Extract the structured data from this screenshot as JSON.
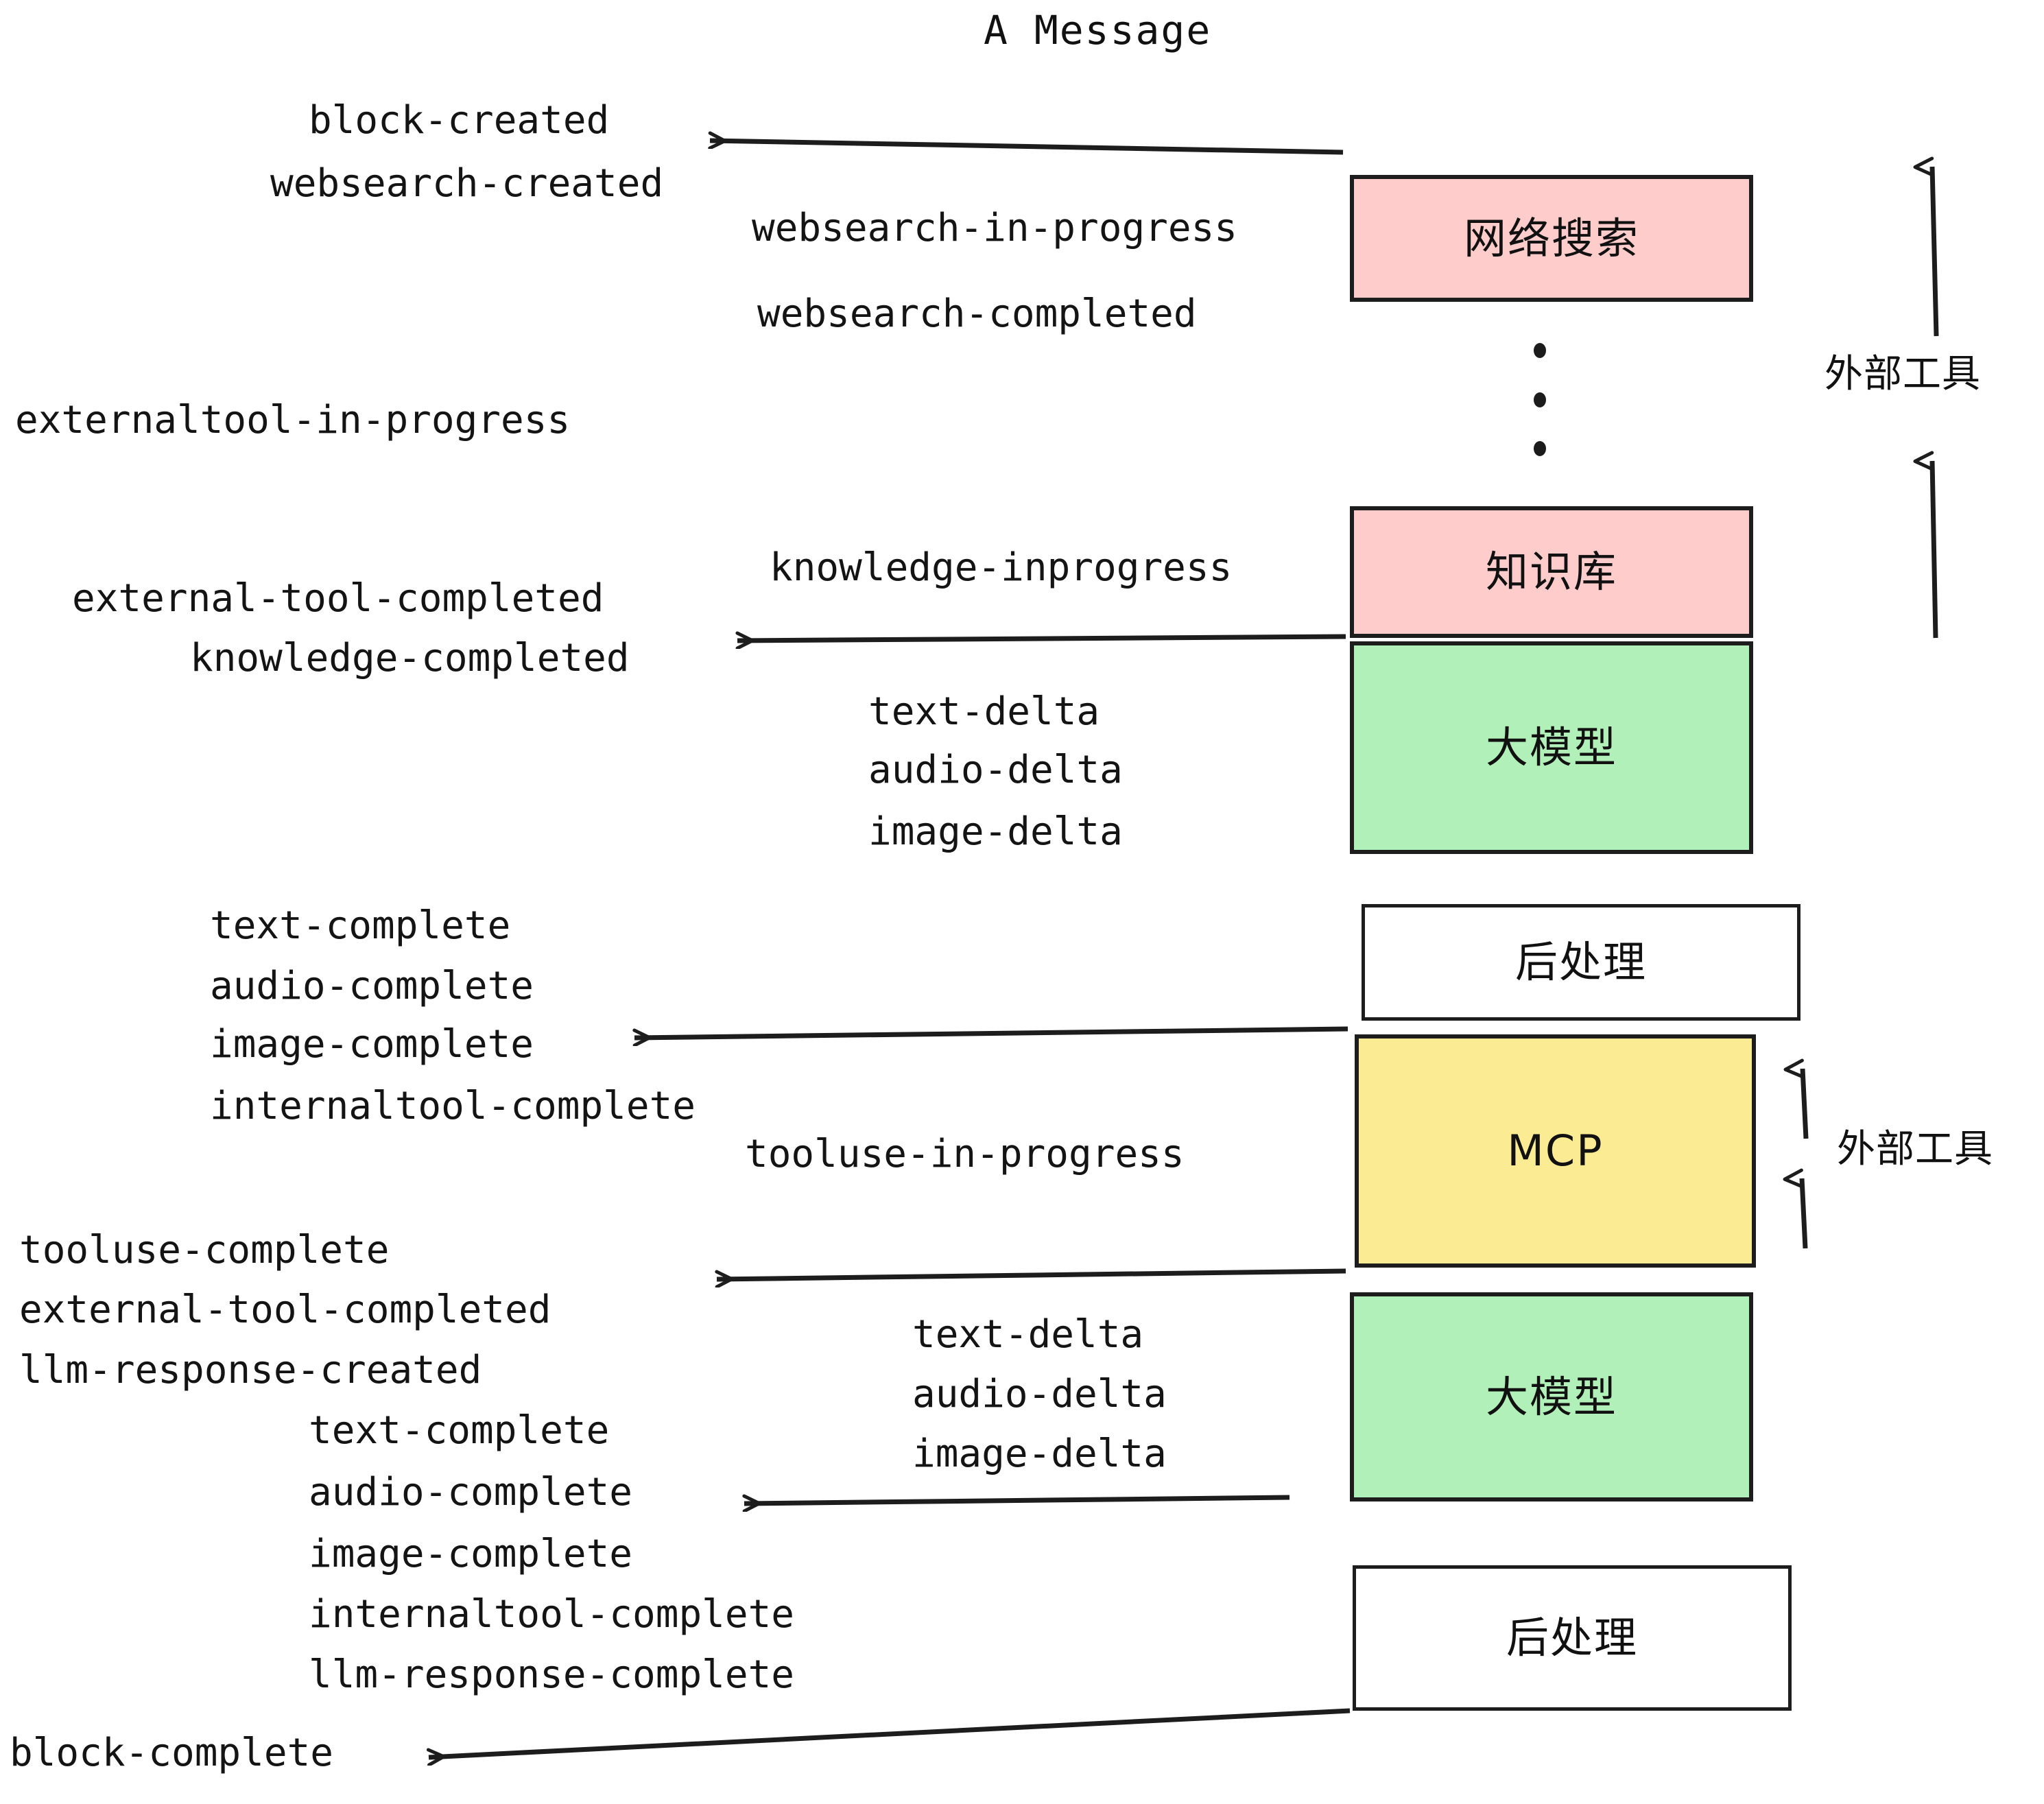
{
  "title": "A Message",
  "boxes": [
    {
      "id": "websearch",
      "label": "网络搜索",
      "color": "#fdcccb"
    },
    {
      "id": "knowledge",
      "label": "知识库",
      "color": "#fdcccb"
    },
    {
      "id": "llm-top",
      "label": "大模型",
      "color": "#b2f0b9"
    },
    {
      "id": "post-top",
      "label": "后处理",
      "color": "#ffffff"
    },
    {
      "id": "mcp",
      "label": "MCP",
      "color": "#fbeb92"
    },
    {
      "id": "llm-bottom",
      "label": "大模型",
      "color": "#b2f0b9"
    },
    {
      "id": "post-bottom",
      "label": "后处理",
      "color": "#ffffff"
    }
  ],
  "side_labels": {
    "external_tools_top": "外部工具",
    "external_tools_bottom": "外部工具"
  },
  "events": {
    "block_created": "block-created",
    "websearch_created": "websearch-created",
    "websearch_in_progress": "websearch-in-progress",
    "websearch_completed": "websearch-completed",
    "externaltool_in_progress": "externaltool-in-progress",
    "knowledge_inprogress": "knowledge-inprogress",
    "external_tool_completed_1": "external-tool-completed",
    "knowledge_completed": "knowledge-completed",
    "text_delta_1": "text-delta",
    "audio_delta_1": "audio-delta",
    "image_delta_1": "image-delta",
    "text_complete_1": "text-complete",
    "audio_complete_1": "audio-complete",
    "image_complete_1": "image-complete",
    "internaltool_complete_1": "internaltool-complete",
    "tooluse_in_progress": "tooluse-in-progress",
    "tooluse_complete": "tooluse-complete",
    "external_tool_completed_2": "external-tool-completed",
    "llm_response_created": "llm-response-created",
    "text_delta_2": "text-delta",
    "audio_delta_2": "audio-delta",
    "image_delta_2": "image-delta",
    "text_complete_2": "text-complete",
    "audio_complete_2": "audio-complete",
    "image_complete_2": "image-complete",
    "internaltool_complete_2": "internaltool-complete",
    "llm_response_complete": "llm-response-complete",
    "block_complete": "block-complete"
  },
  "colors": {
    "stroke": "#1d1d1d",
    "pink": "#fdcccb",
    "green": "#b2f0b9",
    "yellow": "#fbeb92",
    "white": "#ffffff",
    "text": "#141414"
  }
}
